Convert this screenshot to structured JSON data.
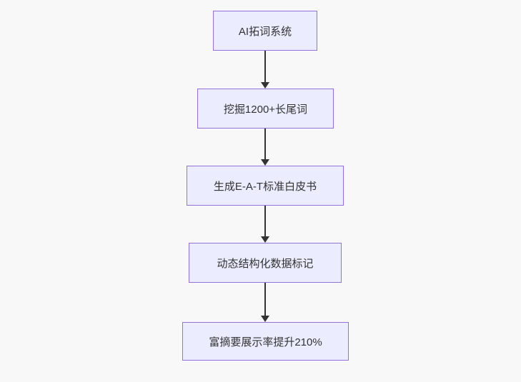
{
  "diagram": {
    "type": "flowchart",
    "direction": "top-down",
    "colors": {
      "background": "#f8f8f8",
      "node_fill": "#ececff",
      "node_border": "#9370db",
      "node_text": "#333333",
      "arrow": "#333333"
    },
    "nodes": [
      {
        "label": "AI拓词系统"
      },
      {
        "label": "挖掘1200+长尾词"
      },
      {
        "label": "生成E-A-T标准白皮书"
      },
      {
        "label": "动态结构化数据标记"
      },
      {
        "label": "富摘要展示率提升210%"
      }
    ],
    "edges": [
      {
        "from": "AI拓词系统",
        "to": "挖掘1200+长尾词"
      },
      {
        "from": "挖掘1200+长尾词",
        "to": "生成E-A-T标准白皮书"
      },
      {
        "from": "生成E-A-T标准白皮书",
        "to": "动态结构化数据标记"
      },
      {
        "from": "动态结构化数据标记",
        "to": "富摘要展示率提升210%"
      }
    ]
  }
}
